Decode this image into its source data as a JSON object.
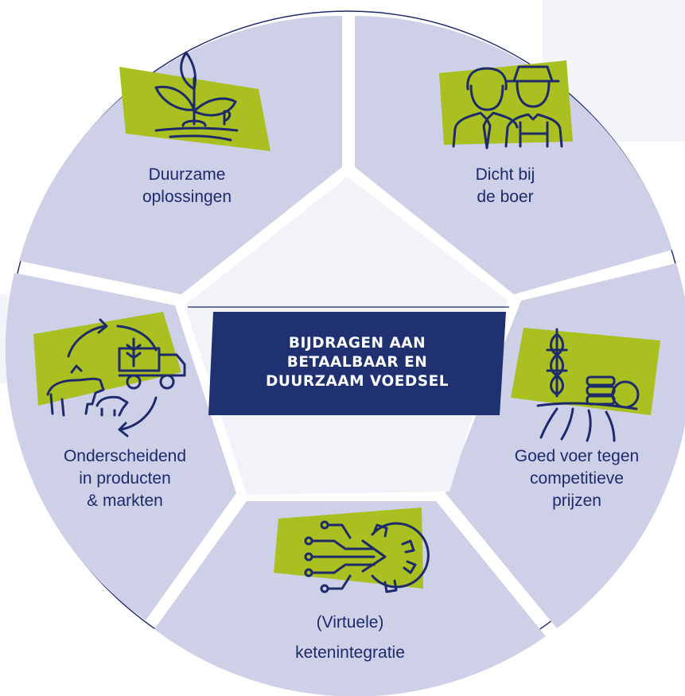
{
  "center": {
    "lines": [
      "BIJDRAGEN AAN",
      "BETAALBAAR EN",
      "DUURZAAM VOEDSEL"
    ]
  },
  "segments": [
    {
      "id": "duurzame",
      "lines": [
        "Duurzame",
        "oplossingen"
      ],
      "icon": "sprout-icon"
    },
    {
      "id": "dicht",
      "lines": [
        "Dicht bij",
        "de boer"
      ],
      "icon": "farmers-icon"
    },
    {
      "id": "goed",
      "lines": [
        "Goed voer tegen",
        "competitieve",
        "prijzen"
      ],
      "icon": "wheat-coins-icon"
    },
    {
      "id": "keten",
      "lines": [
        "(Virtuele)",
        "ketenintegratie"
      ],
      "icon": "circuit-gear-icon"
    },
    {
      "id": "onderscheidend",
      "lines": [
        "Onderscheidend",
        "in producten",
        "& markten"
      ],
      "icon": "livestock-cycle-icon"
    }
  ],
  "colors": {
    "segment_fill": "#cdd0e6",
    "accent_green": "#a9c020",
    "navy": "#1d2a6b",
    "center_box": "#1f3170",
    "background_panel": "#f4f5fb"
  }
}
